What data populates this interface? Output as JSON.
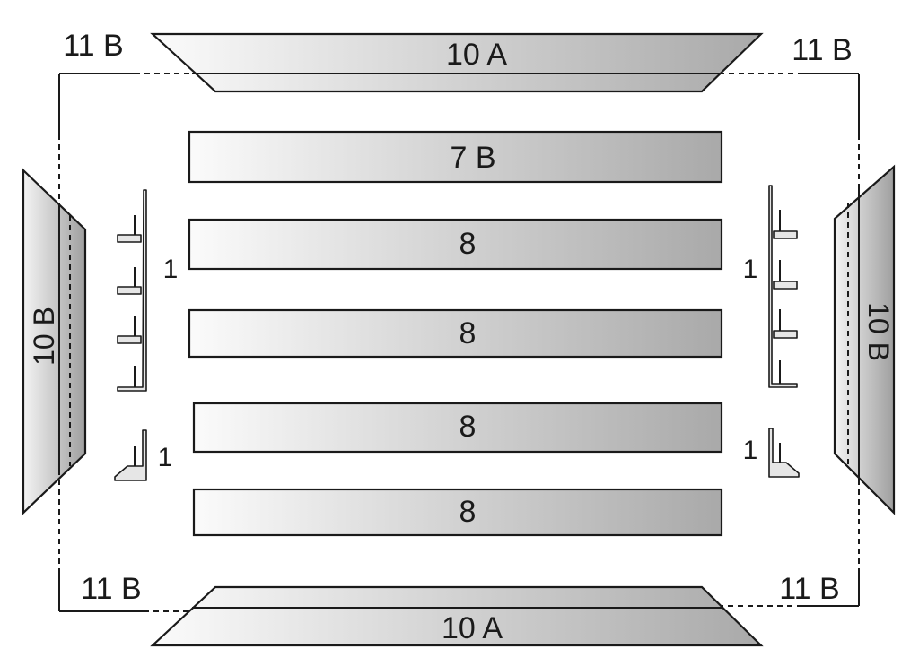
{
  "labels": {
    "corner_top_left": "11 B",
    "corner_top_right": "11 B",
    "corner_bottom_left": "11 B",
    "corner_bottom_right": "11 B",
    "top_trim": "10 A",
    "bottom_trim": "10 A",
    "left_trim": "10 B",
    "right_trim": "10 B",
    "panel_top": "7 B",
    "panel_2": "8",
    "panel_3": "8",
    "panel_4": "8",
    "panel_5": "8",
    "profile_left_upper": "1",
    "profile_right_upper": "1",
    "profile_left_lower": "1",
    "profile_right_lower": "1"
  },
  "colors": {
    "outline": "#1a1a1a",
    "gradient_light": "#fbfbfb",
    "gradient_dark": "#a9a9a9"
  }
}
